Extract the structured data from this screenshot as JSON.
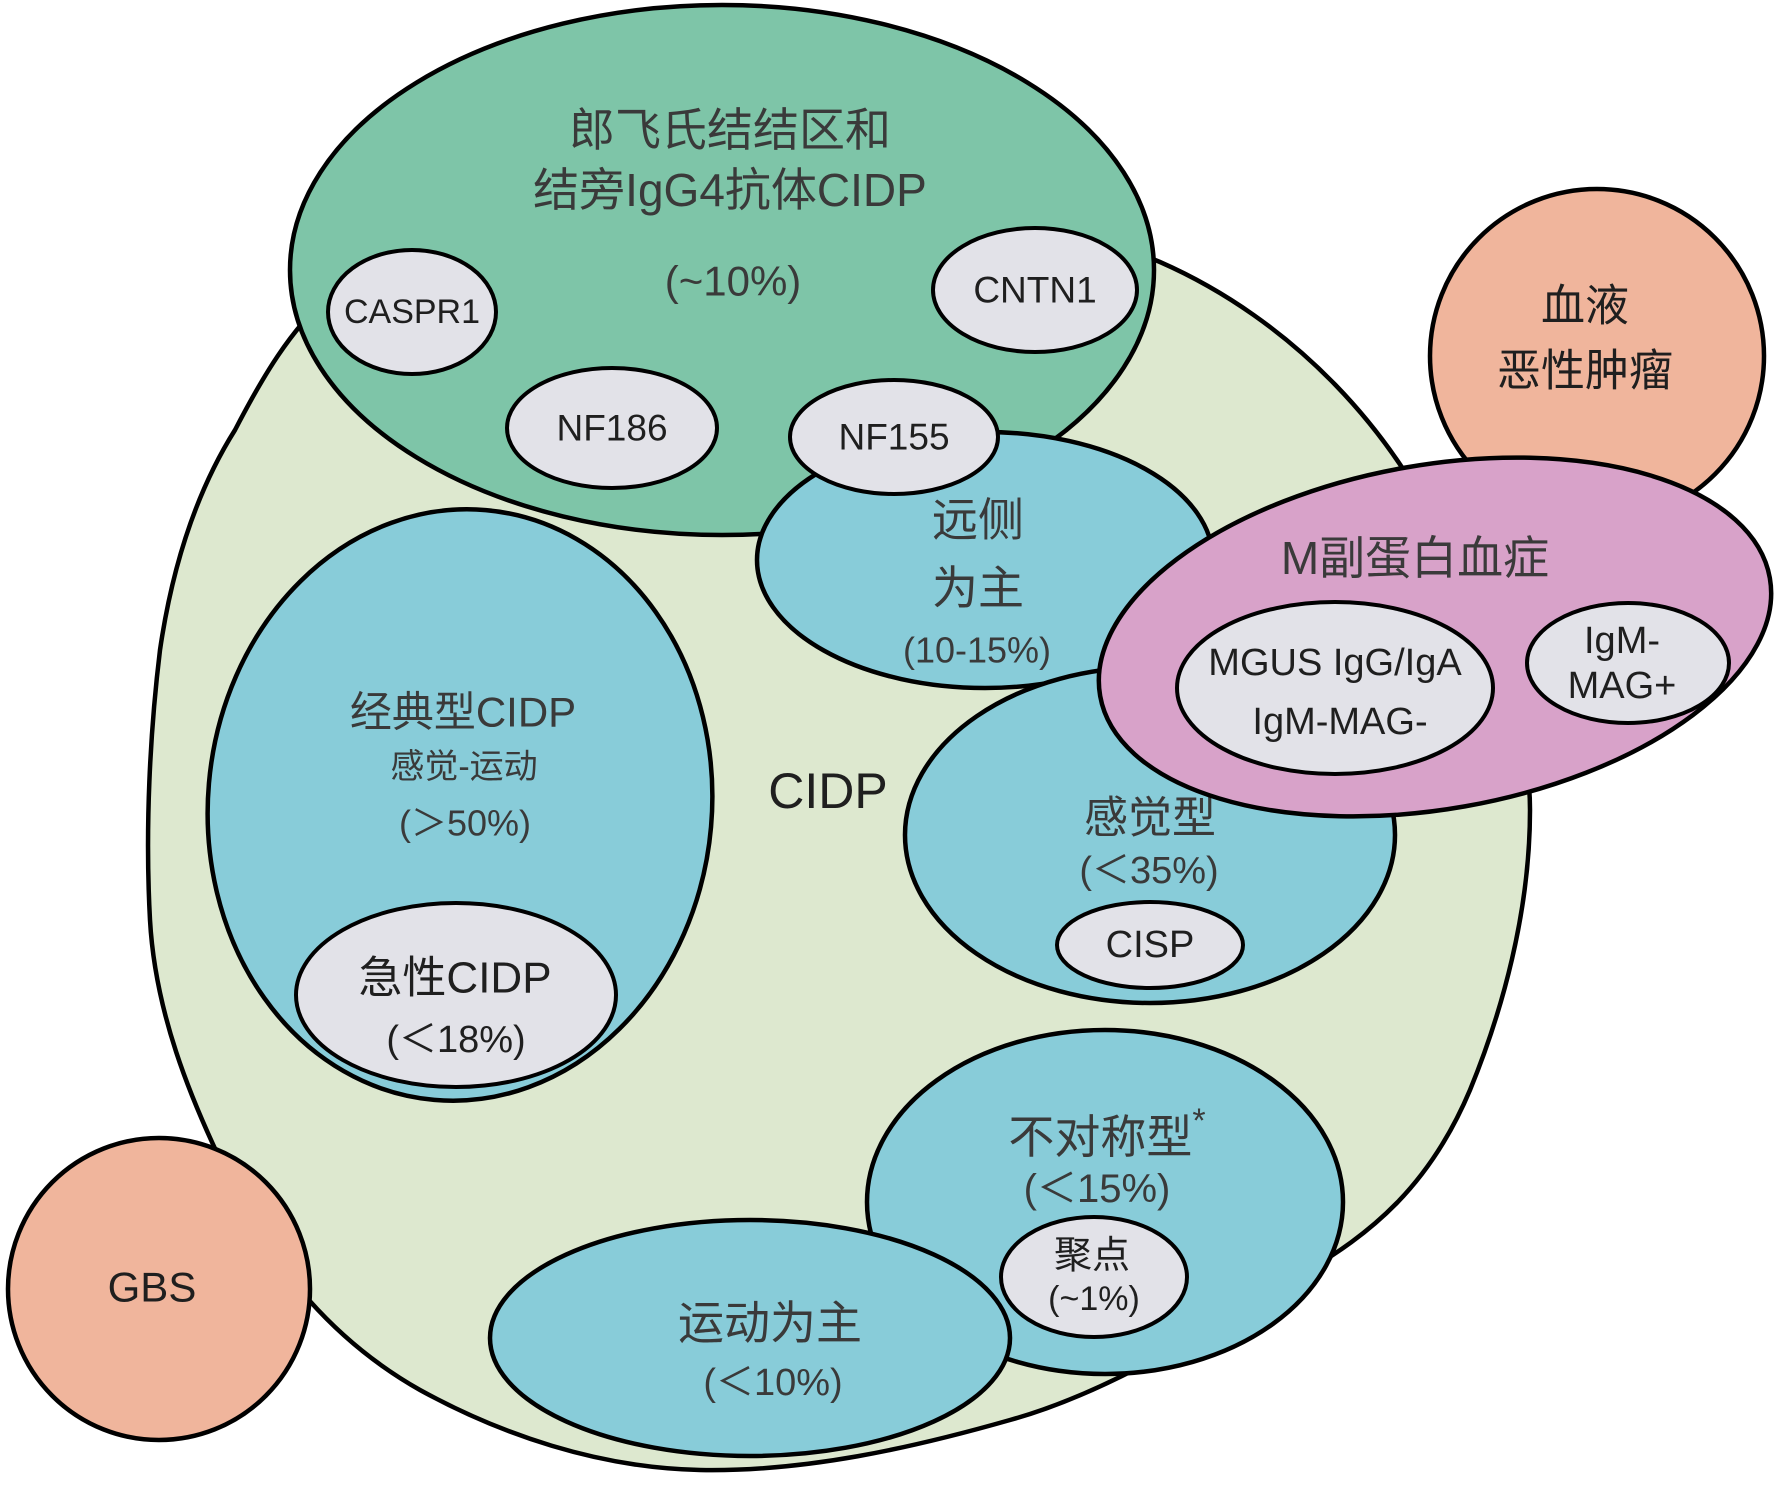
{
  "colors": {
    "outer_green": "#dde8cf",
    "teal": "#7ec5a8",
    "blue": "#88ccd9",
    "gray": "#e2e2e8",
    "pink": "#d8a2c9",
    "orange": "#f0b59c"
  },
  "diagram": {
    "outer": {
      "label": "CIDP"
    },
    "nodal": {
      "line1": "郎飞氏结结区和",
      "line2": "结旁IgG4抗体CIDP",
      "pct": "(~10%)",
      "caspr1": "CASPR1",
      "nf186": "NF186",
      "nf155": "NF155",
      "cntn1": "CNTN1"
    },
    "typical": {
      "title": "经典型CIDP",
      "subtitle": "感觉-运动",
      "pct": "(＞50%)",
      "acute_title": "急性CIDP",
      "acute_pct": "(＜18%)"
    },
    "distal": {
      "line1": "远侧",
      "line2": "为主",
      "pct": "(10-15%)"
    },
    "sensory": {
      "title": "感觉型",
      "pct": "(＜35%)",
      "cisp": "CISP"
    },
    "asymmetric": {
      "title": "不对称型",
      "asterisk": "*",
      "pct": "(＜15%)",
      "focal_title": "聚点",
      "focal_pct": "(~1%)"
    },
    "motor": {
      "title": "运动为主",
      "pct": "(＜10%)"
    },
    "paraprotein": {
      "title": "M副蛋白血症",
      "mgus_line1": "MGUS IgG/IgA",
      "mgus_line2": "IgM-MAG-",
      "igm_line1": "IgM-",
      "igm_line2": "MAG+"
    },
    "hematologic": {
      "line1": "血液",
      "line2": "恶性肿瘤"
    },
    "gbs": {
      "label": "GBS"
    }
  }
}
